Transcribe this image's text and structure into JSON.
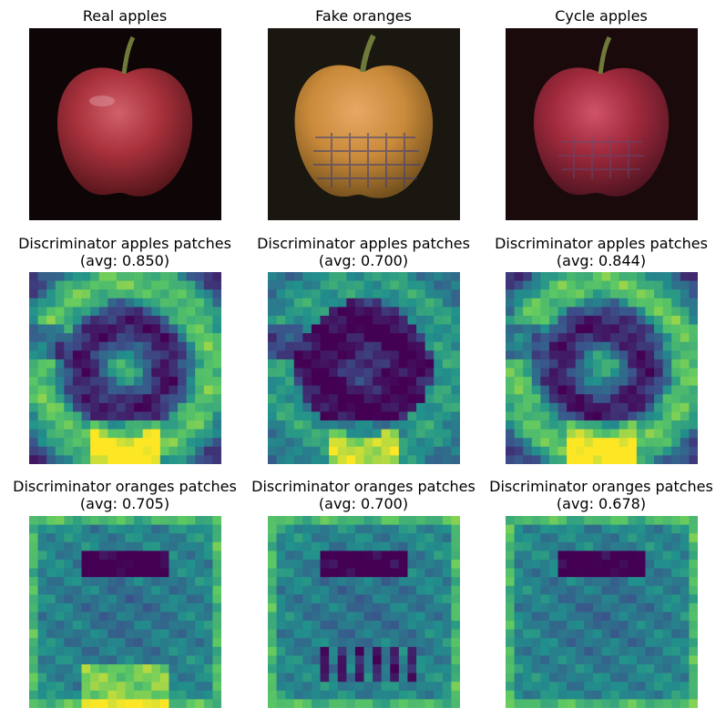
{
  "titles": {
    "real_apples": "Real apples",
    "fake_oranges": "Fake oranges",
    "cycle_apples": "Cycle apples",
    "disc_apples_label": "Discriminator apples patches",
    "disc_oranges_label": "Discriminator oranges patches",
    "disc_apples_real_avg": "(avg: 0.850)",
    "disc_apples_fake_avg": "(avg: 0.700)",
    "disc_apples_cycle_avg": "(avg: 0.844)",
    "disc_oranges_real_avg": "(avg: 0.705)",
    "disc_oranges_fake_avg": "(avg: 0.700)",
    "disc_oranges_cycle_avg": "(avg: 0.678)"
  },
  "averages": {
    "apples": [
      0.85,
      0.7,
      0.844
    ],
    "oranges": [
      0.705,
      0.7,
      0.678
    ]
  },
  "colors": {
    "background": "#0d0506",
    "real_apple": "#a8313c",
    "fake_orange": "#c98a3a",
    "cycle_apple": "#a02a3c",
    "stem": "#6f7a3a",
    "colormap": "viridis"
  }
}
